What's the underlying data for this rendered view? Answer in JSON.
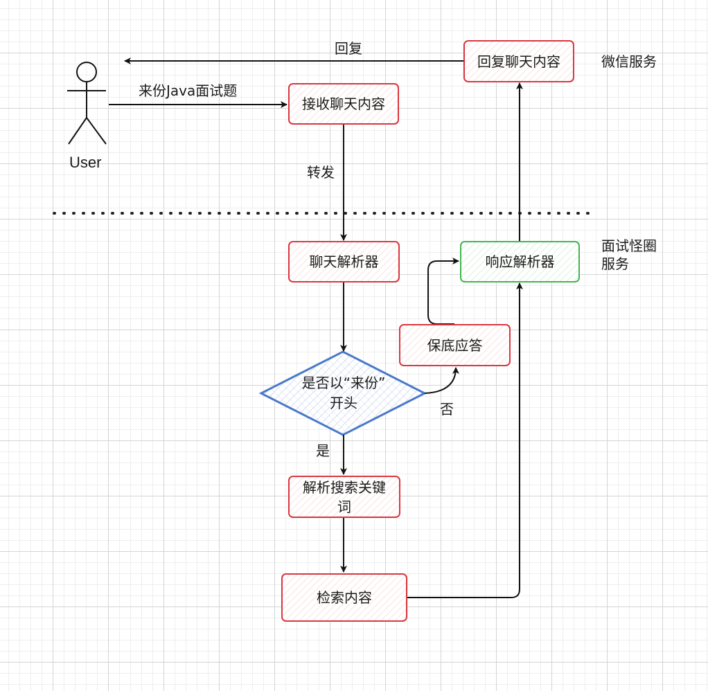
{
  "user": {
    "label": "User"
  },
  "nodes": {
    "reply_chat": "回复聊天内容",
    "receive_chat": "接收聊天内容",
    "chat_parser": "聊天解析器",
    "response_parser": "响应解析器",
    "fallback_answer": "保底应答",
    "decision": [
      "是否以“来份”",
      "开头"
    ],
    "parse_keywords": [
      "解析搜索关键",
      "词"
    ],
    "retrieve_content": "检索内容"
  },
  "edges": {
    "reply": "回复",
    "request": "来份Java面试题",
    "forward": "转发",
    "yes": "是",
    "no": "否"
  },
  "zones": {
    "wechat": "微信服务",
    "interview": [
      "面试怪圈",
      "服务"
    ]
  }
}
